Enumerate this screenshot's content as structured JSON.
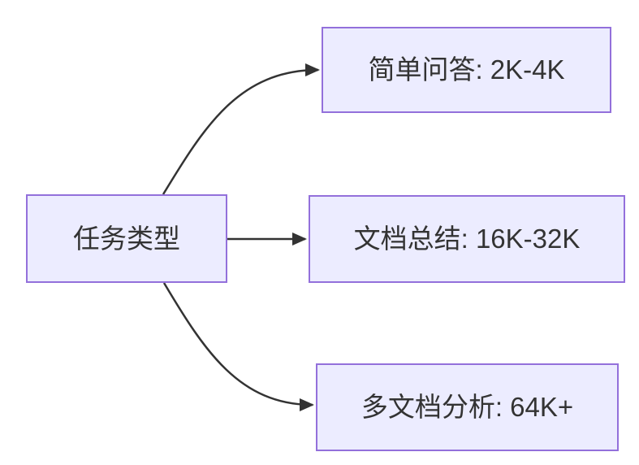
{
  "diagram": {
    "type": "flowchart",
    "direction": "left-to-right",
    "colors": {
      "background": "#ffffff",
      "node_fill": "#ECECFF",
      "node_border": "#9370DB",
      "edge": "#333333",
      "text": "#333333"
    },
    "root": {
      "label": "任务类型"
    },
    "branches": [
      {
        "label": "简单问答: 2K-4K"
      },
      {
        "label": "文档总结: 16K-32K"
      },
      {
        "label": "多文档分析: 64K+"
      }
    ]
  }
}
